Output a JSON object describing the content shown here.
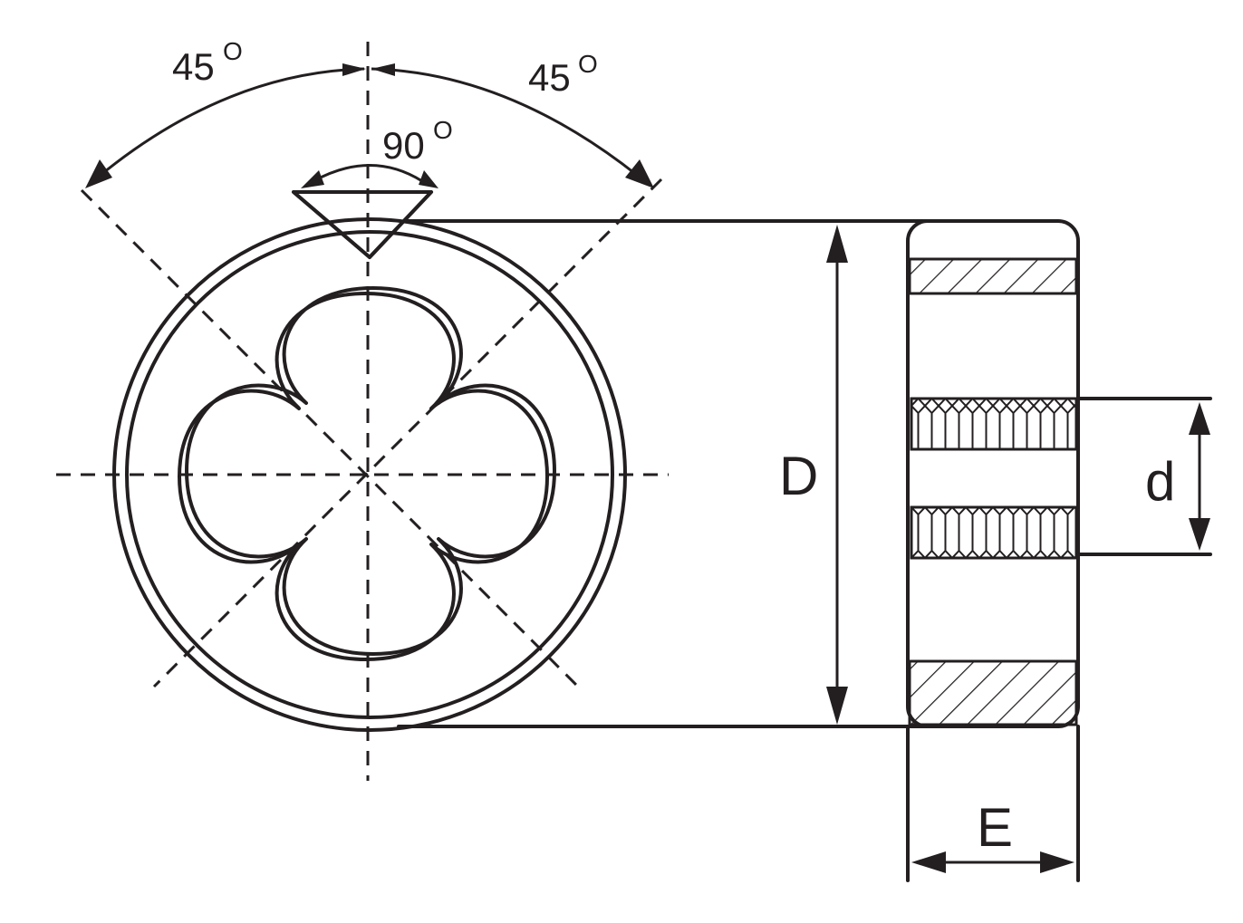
{
  "labels": {
    "angle_left": "45",
    "angle_right": "45",
    "angle_center": "90",
    "degree_mark": "O",
    "diameter_outer": "D",
    "diameter_thread": "d",
    "thickness": "E"
  },
  "colors": {
    "stroke": "#231f20",
    "background": "#ffffff"
  }
}
